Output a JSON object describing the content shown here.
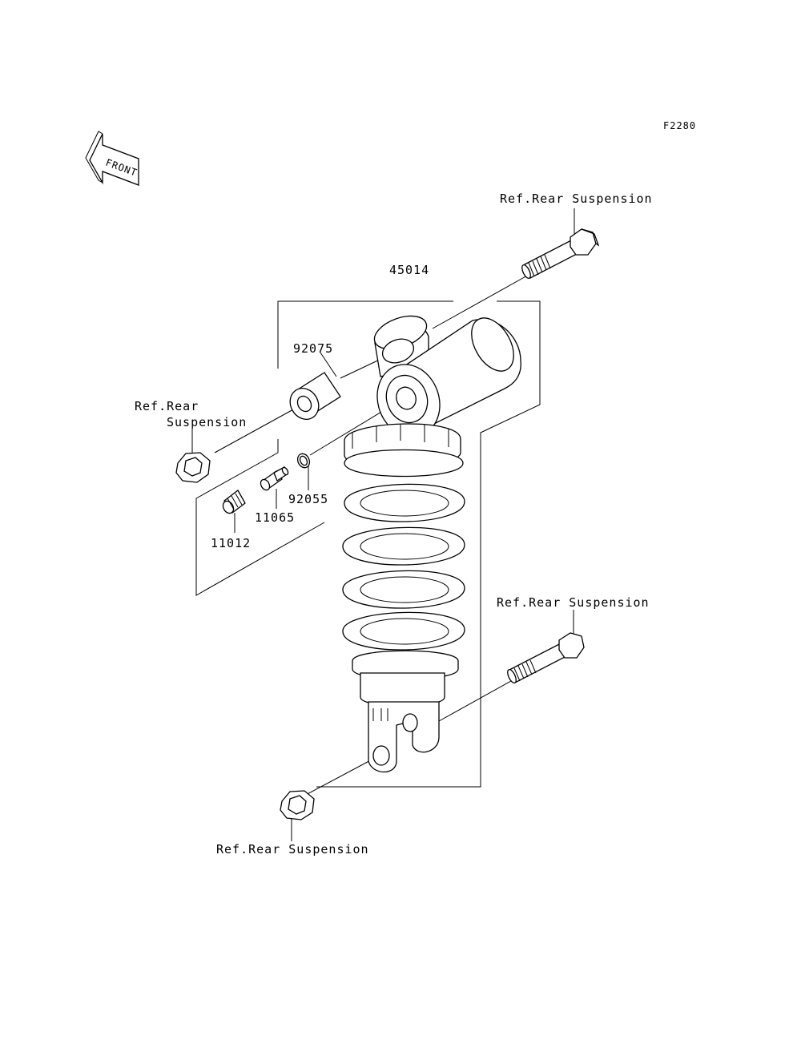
{
  "figure_code": "F2280",
  "front_label": "FRONT",
  "callouts": {
    "shock_absorber": "45014",
    "collar": "92075",
    "o_ring": "92055",
    "fitting": "11065",
    "cap": "11012"
  },
  "refs": {
    "top_bolt": "Ref.Rear Suspension",
    "left_nut_line1": "Ref.Rear",
    "left_nut_line2": "Suspension",
    "bottom_bolt": "Ref.Rear Suspension",
    "bottom_nut": "Ref.Rear Suspension"
  }
}
